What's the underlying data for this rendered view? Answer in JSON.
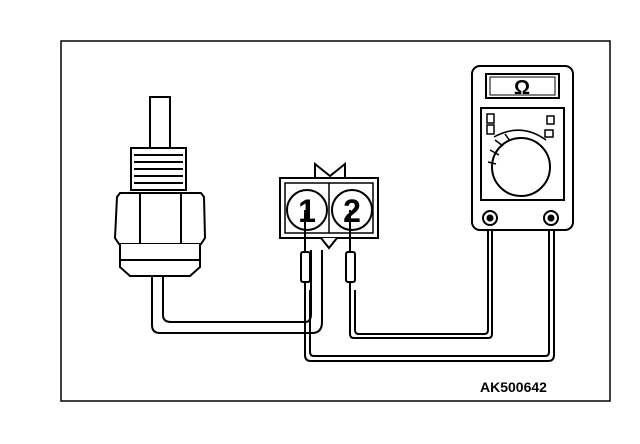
{
  "diagram": {
    "connector": {
      "pin_1": "1",
      "pin_2": "2"
    },
    "meter": {
      "symbol": "Ω"
    },
    "figure_code": "AK500642"
  },
  "icons": [
    "sensor-icon",
    "connector-icon",
    "multimeter-icon"
  ]
}
